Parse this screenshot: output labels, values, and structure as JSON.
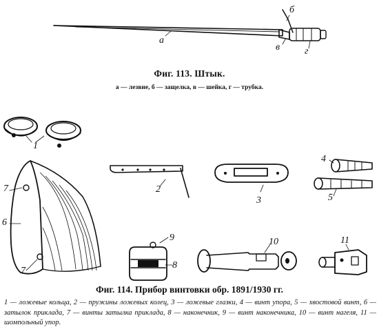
{
  "fig113": {
    "caption": "Фиг. 113. Штык.",
    "legend": "а — лезвие, б — защелка, в — шейка, г — трубка.",
    "labels": {
      "a": "а",
      "b": "б",
      "v": "в",
      "g": "г"
    }
  },
  "fig114": {
    "caption": "Фиг. 114. Прибор винтовки обр. 1891/1930 гг.",
    "legend": "1 — ложевые кольца, 2 — пружины ложевых колец, 3 — ложевые глазки, 4 — винт упора, 5 — хвостовой винт, 6 — затылок приклада, 7 — винты затылка приклада, 8 — наконечник, 9 — винт наконечника, 10 — винт нагеля, 11 — шомпольный упор.",
    "labels": {
      "n1": "1",
      "n2": "2",
      "n3": "3",
      "n4": "4",
      "n5": "5",
      "n6": "6",
      "n7a": "7",
      "n7b": "7",
      "n8": "8",
      "n9": "9",
      "n10": "10",
      "n11": "11"
    }
  }
}
